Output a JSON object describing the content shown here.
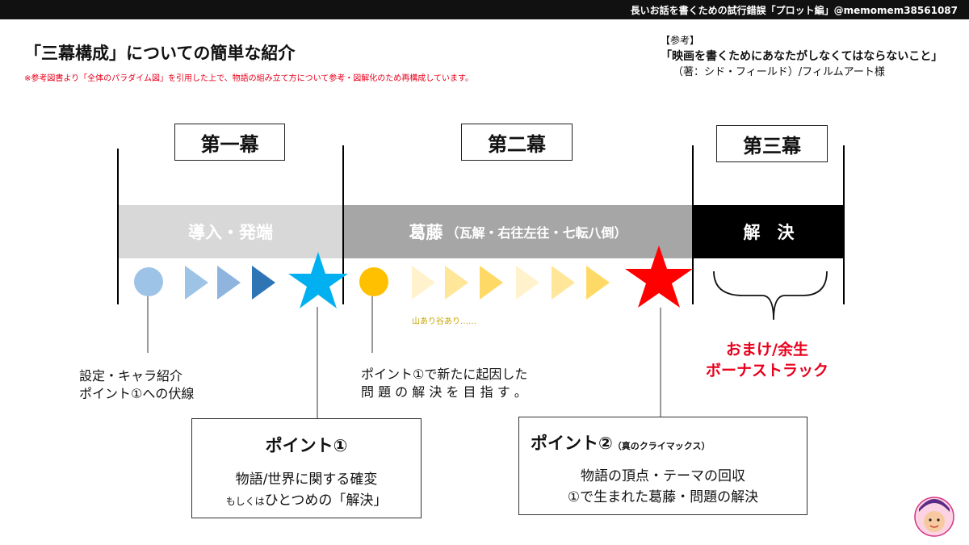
{
  "header": {
    "text": "長いお話を書くための試行錯誤「プロット編」@memomem38561087",
    "title": "「三幕構成」についての簡単な紹介",
    "note": "※参考図書より「全体のパラダイム図」を引用した上で、物語の組み立て方について参考・図解化のため再構成しています。"
  },
  "reference": {
    "label": "【参考】",
    "book": "「映画を書くためにあなたがしなくてはならないこと」",
    "author": "（著：シド・フィールド）/フィルムアート様"
  },
  "acts": {
    "act1": "第一幕",
    "act2": "第二幕",
    "act3": "第三幕"
  },
  "bands": {
    "b1": "導入・発端",
    "b2_main": "葛藤",
    "b2_sub": "（瓦解・右往左往・七転八倒）",
    "b3": "解　決"
  },
  "labels": {
    "mountains": "山あり谷あり……",
    "setup_1": "設定・キャラ紹介",
    "setup_2": "ポイント①への伏線",
    "mid_1": "ポイント①で新たに起因した",
    "mid_2": "問 題 の 解 決 を 目 指 す 。",
    "bonus_1": "おまけ/余生",
    "bonus_2": "ボーナストラック"
  },
  "point1": {
    "title": "ポイント①",
    "line1": "物語/世界に関する確変",
    "line2_small": "もしくは",
    "line2_rest": "ひとつめの「解決」"
  },
  "point2": {
    "title": "ポイント②",
    "title_sub": "（真のクライマックス）",
    "line1": "物語の頂点・テーマの回収",
    "line2": "①で生まれた葛藤・問題の解決"
  },
  "colors": {
    "band1": "#d8d8d8",
    "band2": "#a6a6a6",
    "band3": "#000000",
    "blue_circle": "#9dc3e6",
    "blue_star": "#00b0f0",
    "yellow_circle": "#ffc000",
    "red_star": "#ff0000",
    "bonus_red": "#e8001c",
    "note_red": "#e8001c"
  },
  "icons": {
    "logo": "smiling-face-avatar-icon"
  }
}
